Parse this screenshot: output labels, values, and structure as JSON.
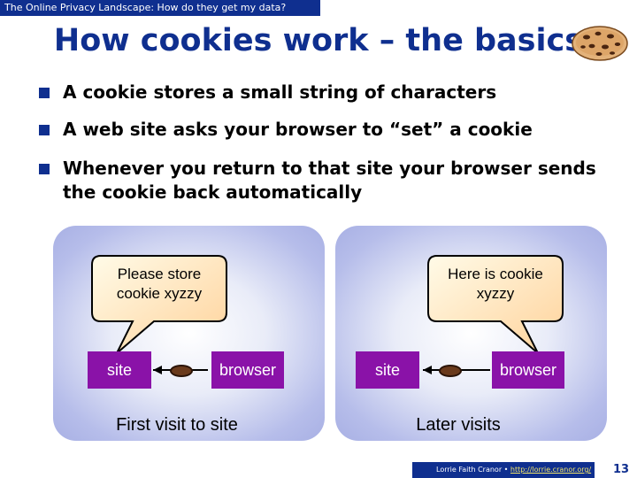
{
  "header": {
    "banner": "The Online Privacy Landscape: How do they get my data?",
    "title": "How cookies work – the basics"
  },
  "bullets": [
    "A cookie stores a small string of characters",
    "A web site asks your browser to “set” a cookie",
    "Whenever you return to that site your browser sends the cookie back automatically"
  ],
  "diagram": {
    "first_visit": {
      "bubble": [
        "Please store",
        "cookie xyzzy"
      ],
      "site_label": "site",
      "browser_label": "browser",
      "caption": "First visit to site"
    },
    "later_visits": {
      "bubble": [
        "Here is cookie",
        "xyzzy"
      ],
      "site_label": "site",
      "browser_label": "browser",
      "caption": "Later visits"
    }
  },
  "footer": {
    "author": "Lorrie Faith Cranor",
    "separator": "•",
    "url": "http://lorrie.cranor.org/",
    "page": "13"
  },
  "colors": {
    "brand_blue": "#0f2f8f",
    "box_purple": "#8a12a8",
    "panel_lavender": "#b6bdea",
    "cookie_brown": "#6a3a1c"
  }
}
